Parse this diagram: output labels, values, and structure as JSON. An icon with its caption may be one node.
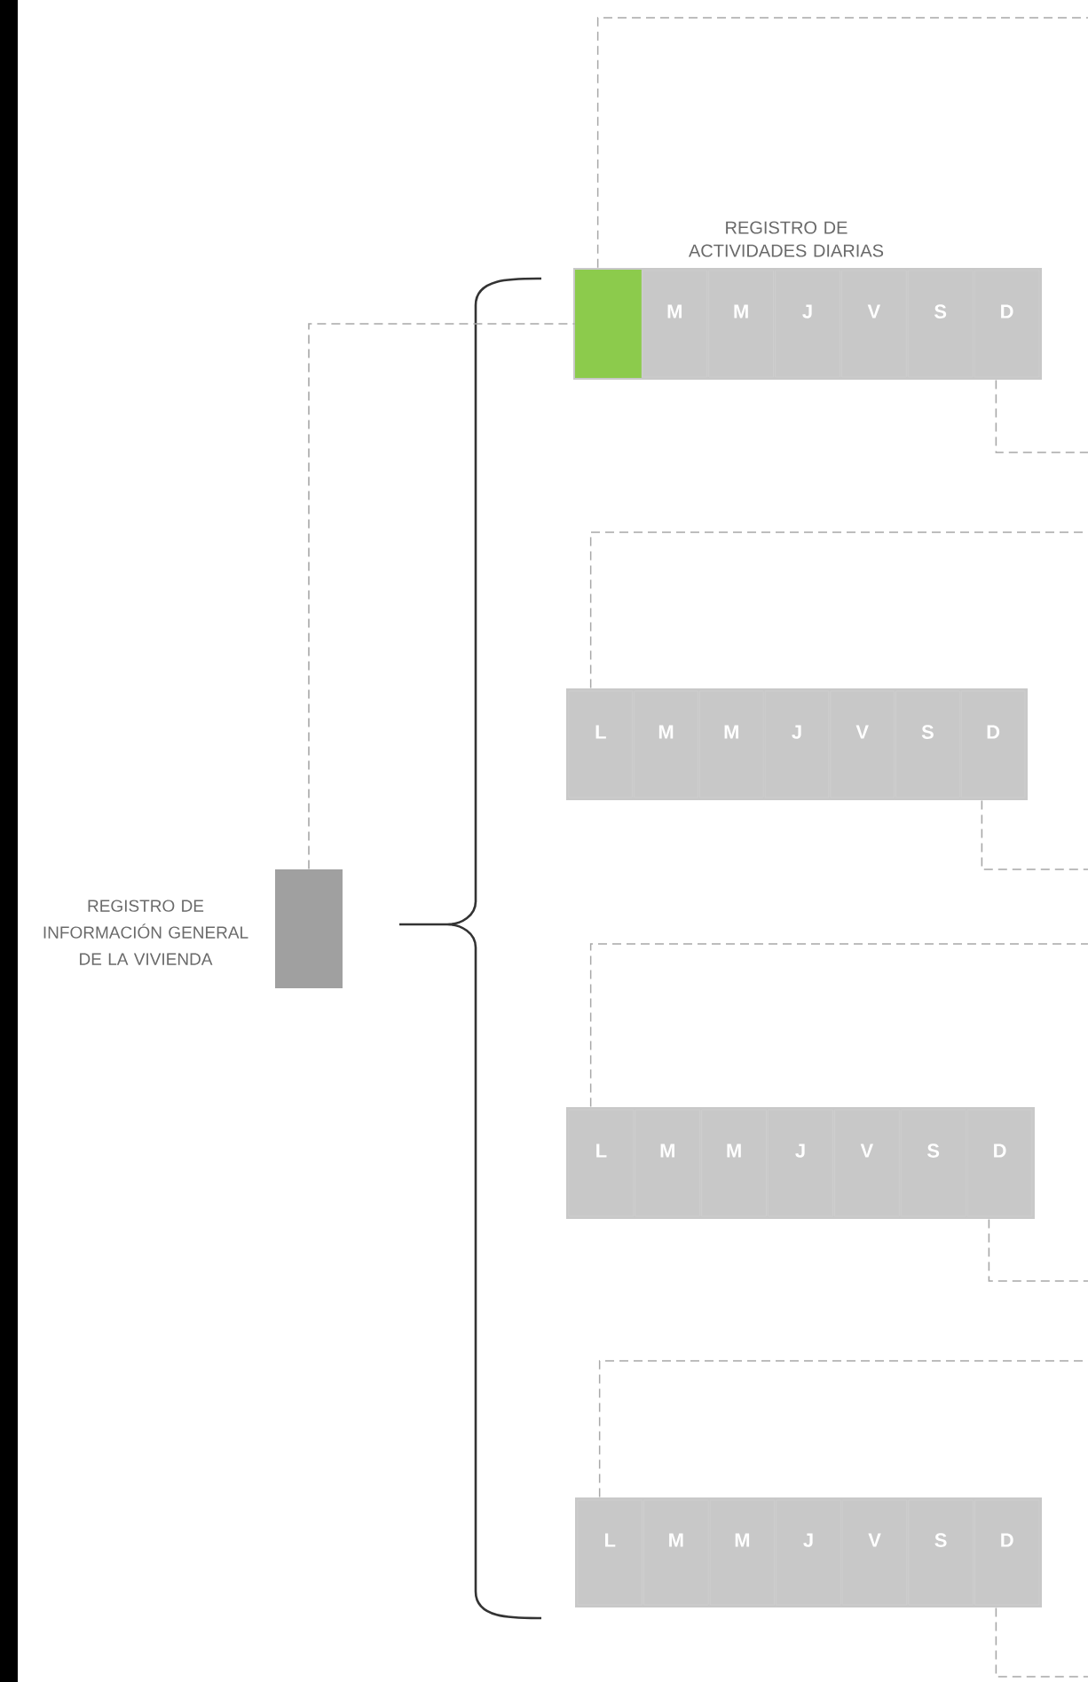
{
  "diagram": {
    "nodes": [
      {
        "text": [],
        "shape": "box",
        "beside": [
          "REGISTRO DE INFORMACIÓN GENERAL DE LA VIVIENDA"
        ]
      },
      {
        "text": [
          "REGISTRO DE ACTIVIDADES DIARIAS"
        ]
      },
      {
        "text": [],
        "shape": "box",
        "in": 1
      },
      {
        "text": [
          "M"
        ],
        "in": 1
      },
      {
        "text": [
          "M"
        ],
        "in": 1
      },
      {
        "text": [
          "J"
        ],
        "in": 1
      },
      {
        "text": [
          "V"
        ],
        "in": 1
      },
      {
        "text": [
          "S"
        ],
        "in": 1
      },
      {
        "text": [
          "D"
        ],
        "in": 1
      },
      {
        "text": [],
        "shape": "bar"
      },
      {
        "text": [
          "L"
        ],
        "in": 9
      },
      {
        "text": [
          "M"
        ],
        "in": 9
      },
      {
        "text": [
          "M"
        ],
        "in": 9
      },
      {
        "text": [
          "J"
        ],
        "in": 9
      },
      {
        "text": [
          "V"
        ],
        "in": 9
      },
      {
        "text": [
          "S"
        ],
        "in": 9
      },
      {
        "text": [
          "D"
        ],
        "in": 9
      },
      {
        "text": [],
        "shape": "bar"
      },
      {
        "text": [
          "L"
        ],
        "in": 17
      },
      {
        "text": [
          "M"
        ],
        "in": 17
      },
      {
        "text": [
          "M"
        ],
        "in": 17
      },
      {
        "text": [
          "J"
        ],
        "in": 17
      },
      {
        "text": [
          "V"
        ],
        "in": 17
      },
      {
        "text": [
          "S"
        ],
        "in": 17
      },
      {
        "text": [
          "D"
        ],
        "in": 17
      },
      {
        "text": [],
        "shape": "bar"
      },
      {
        "text": [
          "L"
        ],
        "in": 25
      },
      {
        "text": [
          "M"
        ],
        "in": 25
      },
      {
        "text": [
          "M"
        ],
        "in": 25
      },
      {
        "text": [
          "J"
        ],
        "in": 25
      },
      {
        "text": [
          "V"
        ],
        "in": 25
      },
      {
        "text": [
          "S"
        ],
        "in": 25
      },
      {
        "text": [
          "D"
        ],
        "in": 25
      }
    ],
    "edges": [
      {
        "from": 0,
        "to": 2,
        "arrow": "none",
        "style": "dashed"
      },
      {
        "from": 1,
        "to": null,
        "arrow": "none",
        "style": "dashed"
      },
      {
        "from": 1,
        "to": null,
        "arrow": "none",
        "style": "dashed"
      },
      {
        "from": 9,
        "to": null,
        "arrow": "none",
        "style": "dashed"
      },
      {
        "from": 9,
        "to": null,
        "arrow": "none",
        "style": "dashed"
      },
      {
        "from": 17,
        "to": null,
        "arrow": "none",
        "style": "dashed"
      },
      {
        "from": 17,
        "to": null,
        "arrow": "none",
        "style": "dashed"
      },
      {
        "from": 25,
        "to": null,
        "arrow": "none",
        "style": "dashed"
      },
      {
        "from": 25,
        "to": null,
        "arrow": "none",
        "style": "dashed"
      }
    ]
  }
}
